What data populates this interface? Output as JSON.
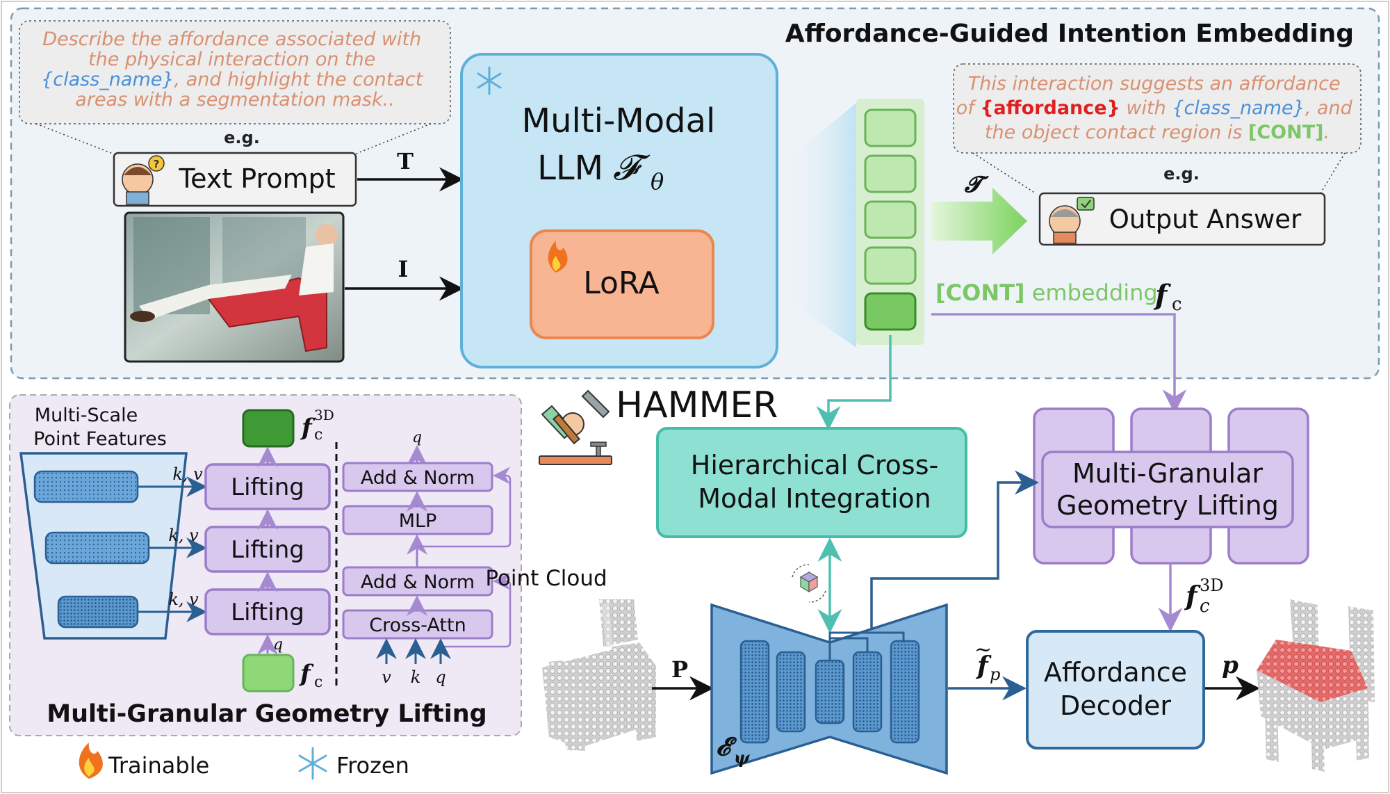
{
  "top_section": {
    "title": "Affordance-Guided Intention Embedding",
    "prompt_bubble_lines": [
      "Describe the affordance associated with",
      "the physical interaction on the",
      "{class_name}",
      ", and highlight the contact",
      "areas with a segmentation mask.."
    ],
    "eg_label": "e.g.",
    "text_prompt_label": "Text Prompt",
    "T_label": "T",
    "I_label": "I",
    "llm_title_line1": "Multi-Modal",
    "llm_title_line2": "LLM",
    "llm_symbol": "𝓕",
    "llm_subscript": "θ",
    "lora_label": "LoRA",
    "answer_arrow_label": "𝓣",
    "answer_bubble_line1": "This interaction suggests an affordance",
    "answer_bubble_line2_pre": "of",
    "answer_bubble_affordance": "{affordance}",
    "answer_bubble_with": "with",
    "answer_bubble_class": "{class_name}",
    "answer_bubble_and": ", and",
    "answer_bubble_line3_pre": "the object contact region is",
    "answer_bubble_cont": "[CONT]",
    "answer_bubble_period": ".",
    "eg_label2": "e.g.",
    "output_answer_label": "Output Answer",
    "cont_token": "[CONT]",
    "cont_embedding_text": "embedding",
    "fc_symbol": "f",
    "fc_subscript": "c"
  },
  "hammer": {
    "title": "HAMMER",
    "hcmi_line1": "Hierarchical Cross-",
    "hcmi_line2": "Modal Integration",
    "mgl_line1": "Multi-Granular",
    "mgl_line2": "Geometry Lifting",
    "fc3d_symbol": "f",
    "fc3d_sub": "c",
    "fc3d_sup": "3D",
    "point_cloud_label": "Point Cloud",
    "P_label": "P",
    "encoder_symbol": "𝓔",
    "encoder_sub": "ψ",
    "fp_symbol": "f",
    "fp_tilde": "~",
    "fp_sub": "p",
    "decoder_line1": "Affordance",
    "decoder_line2": "Decoder",
    "p_output": "p"
  },
  "inset": {
    "title": "Multi-Granular Geometry Lifting",
    "features_line1": "Multi-Scale",
    "features_line2": "Point Features",
    "fc3d_symbol": "f",
    "fc3d_sub": "c",
    "fc3d_sup": "3D",
    "lifting_labels": [
      "Lifting",
      "Lifting",
      "Lifting"
    ],
    "kv_label": "k, v",
    "q_label": "q",
    "fc_symbol": "f",
    "fc_sub": "c",
    "block_labels": [
      "Add & Norm",
      "MLP",
      "Add & Norm",
      "Cross-Attn"
    ],
    "q_top": "q",
    "inputs": [
      "v",
      "k",
      "q"
    ]
  },
  "legend": {
    "trainable": "Trainable",
    "frozen": "Frozen"
  },
  "colors": {
    "top_panel_bg": "#eef3f8",
    "top_panel_border": "#7d9ab3",
    "llm_fill": "#c6e6f5",
    "llm_border": "#5fb0d8",
    "lora_fill": "#f7b593",
    "lora_border": "#e8874f",
    "token_fill": "#bfe8b0",
    "token_border": "#69b35a",
    "hcmi_fill": "#8ee0d2",
    "hcmi_border": "#45bca7",
    "purple_fill": "#d9c8ee",
    "purple_border": "#9c7dc9",
    "decoder_fill": "#d7e9f7",
    "decoder_border": "#2f6a9c",
    "encoder_fill": "#7fb3de",
    "encoder_border": "#2b5f91",
    "cont_green": "#7cc765",
    "affordance_red": "#e02020",
    "class_blue": "#4a90d9",
    "prompt_text": "#d99070"
  }
}
